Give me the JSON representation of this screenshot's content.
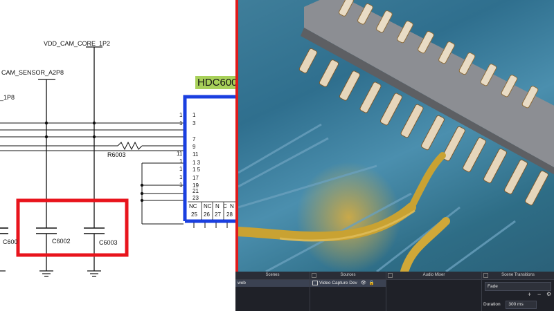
{
  "schematic": {
    "nets": {
      "vdd_cam_core": "VDD_CAM_CORE_1P2",
      "cam_sensor": "CAM_SENSOR_A2P8",
      "io_1p8": "_1P8"
    },
    "chip_title": "HDC600",
    "resistor": "R6003",
    "caps": {
      "c_left": "C600",
      "c1": "C6002",
      "c2": "C6003"
    },
    "pins_left": [
      "1",
      "3",
      "7",
      "9",
      "11",
      "1 3",
      "1 5",
      "17",
      "19",
      "21",
      "23"
    ],
    "pins_bottom": [
      "NC",
      "NC",
      "N",
      "C",
      "N"
    ],
    "pin_nums_bottom": [
      "25",
      "26",
      "27",
      "28"
    ],
    "stub_labels": [
      "1",
      "1",
      "1",
      "1",
      "1",
      "1",
      "11"
    ],
    "highlight_color": "#e8141c",
    "chip_outline_color": "#1a3fe0"
  },
  "obs": {
    "panels": {
      "scenes": "Scenes",
      "sources": "Sources",
      "audio_mixer": "Audio Mixer",
      "scene_transitions": "Scene Transitions"
    },
    "scenes": [
      "web"
    ],
    "sources": [
      {
        "name": "Video Capture Dev",
        "icon": "camera-icon"
      }
    ],
    "transition": "Fade",
    "duration_label": "Duration",
    "duration_value": "300 ms",
    "preview_border_color": "#e11b1b"
  }
}
